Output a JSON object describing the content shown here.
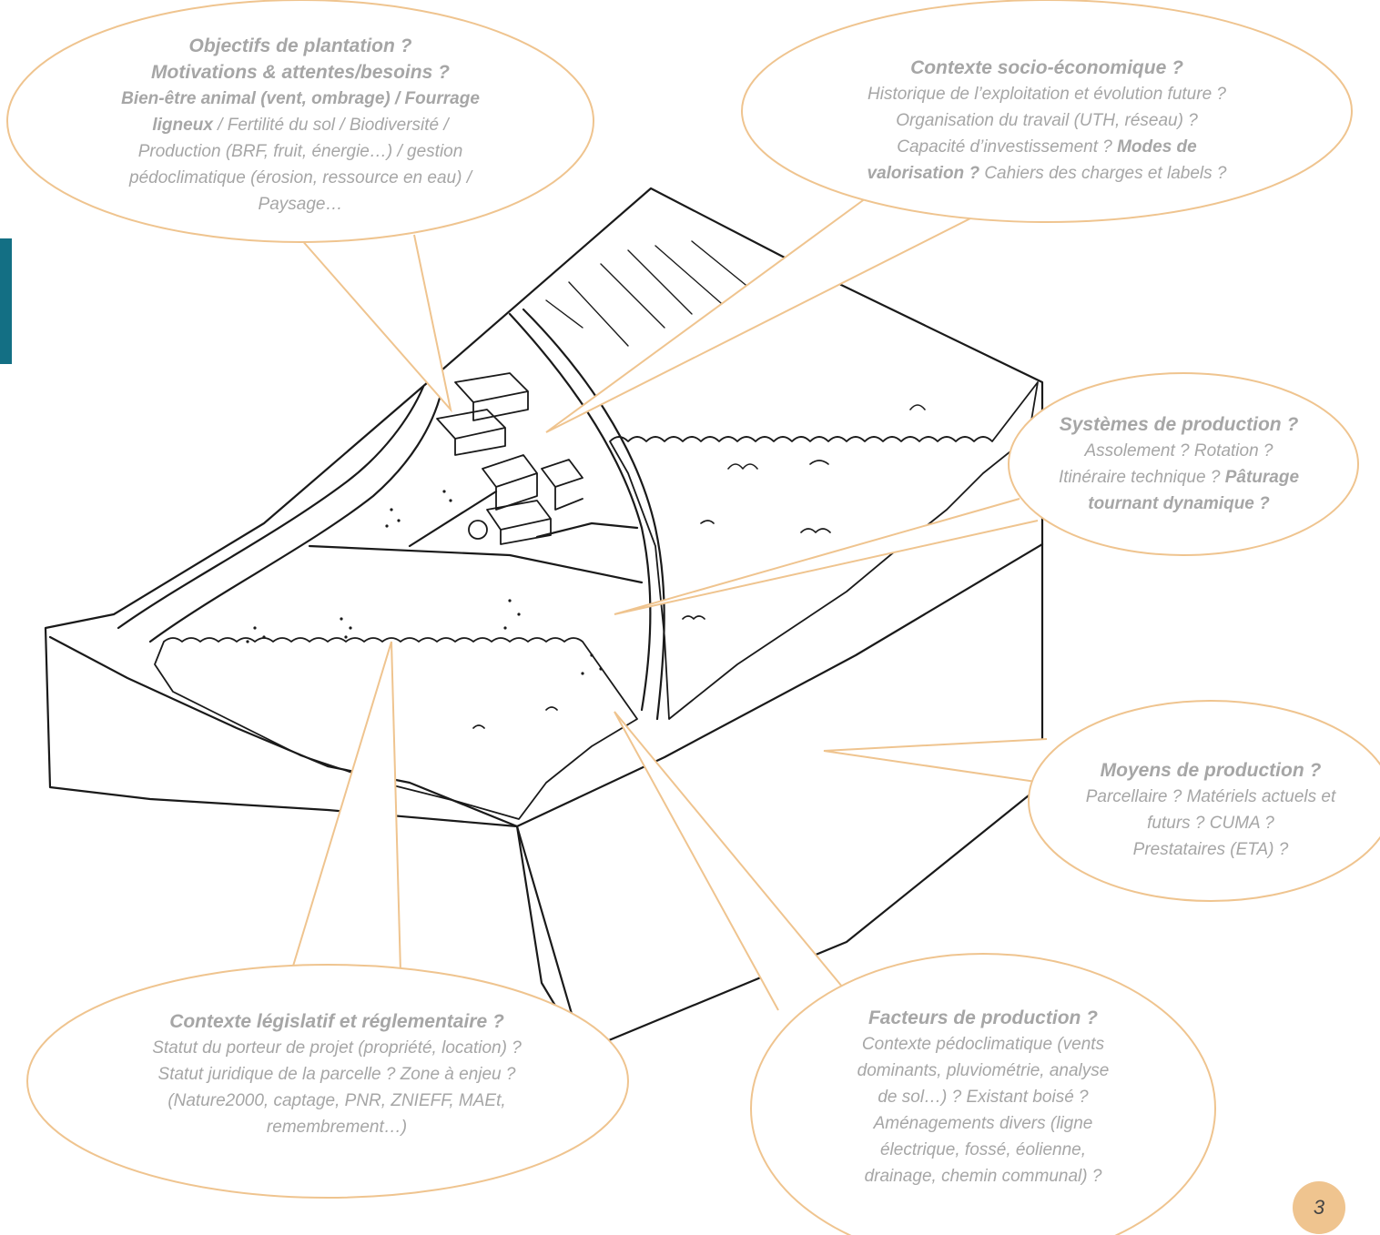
{
  "bubbles": {
    "objectifs": {
      "title1": "Objectifs de plantation ?",
      "title2": "Motivations & attentes/besoins ?",
      "l1": "Bien-être animal (vent, ombrage) / Fourrage",
      "l2a": "ligneux",
      "l2b": " / Fertilité du sol / Biodiversité /",
      "l3": "Production (BRF, fruit, énergie…) / gestion",
      "l4": "pédoclimatique (érosion, ressource en eau) /",
      "l5": "Paysage…"
    },
    "socio": {
      "title": "Contexte socio-économique ?",
      "l1": "Historique de l’exploitation et évolution future ?",
      "l2": "Organisation du travail (UTH, réseau) ?",
      "l3a": "Capacité d’investissement ? ",
      "l3b": "Modes de",
      "l4a": "valorisation ?",
      "l4b": " Cahiers des charges et labels ?"
    },
    "systemes": {
      "title": "Systèmes de production ?",
      "l1": "Assolement ? Rotation ?",
      "l2a": "Itinéraire technique ? ",
      "l2b": "Pâturage",
      "l3": "tournant dynamique ?"
    },
    "moyens": {
      "title": "Moyens de production ?",
      "l1": "Parcellaire ? Matériels actuels et",
      "l2": "futurs ? CUMA ?",
      "l3": "Prestataires (ETA) ?"
    },
    "legislatif": {
      "title": "Contexte législatif et réglementaire ?",
      "l1": "Statut du porteur de projet (propriété, location) ?",
      "l2": "Statut juridique de la parcelle ? Zone à enjeu ?",
      "l3": "(Nature2000, captage, PNR, ZNIEFF, MAEt,",
      "l4": "remembrement…)"
    },
    "facteurs": {
      "title": "Facteurs de production ?",
      "l1": "Contexte pédoclimatique (vents",
      "l2": "dominants, pluviométrie, analyse",
      "l3": "de sol…) ? Existant boisé ?",
      "l4": "Aménagements divers (ligne",
      "l5": "électrique, fossé, éolienne,",
      "l6": "drainage, chemin communal) ?"
    }
  },
  "page_number": "3",
  "colors": {
    "bubble_outline": "#efc48f",
    "text": "#a6a6a6",
    "side_tab": "#136f84",
    "badge": "#efc48f"
  }
}
